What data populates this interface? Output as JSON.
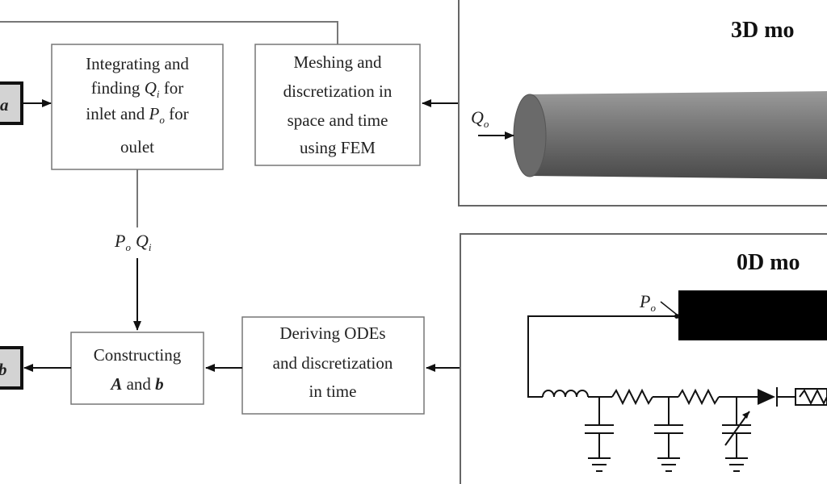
{
  "left_boxes": {
    "integrating": {
      "lines": [
        "Integrating and",
        "finding ",
        " for",
        "inlet and ",
        " for",
        "oulet"
      ],
      "q_main": "Q",
      "q_sub": "i",
      "p_main": "P",
      "p_sub": "o"
    },
    "meshing": {
      "lines": [
        "Meshing and",
        "discretization in",
        "space and time",
        "using FEM"
      ]
    },
    "deriving": {
      "lines": [
        "Deriving ODEs",
        "and discretization",
        "in time"
      ]
    },
    "constructing": {
      "line1": "Constructing",
      "a": "A",
      "and": " and ",
      "b": "b"
    },
    "partial_top": "a",
    "partial_bottom": "b"
  },
  "connector_label": {
    "p_main": "P",
    "p_sub": "o",
    "q_main": "Q",
    "q_sub": "i"
  },
  "panel_3d": {
    "title": "3D mo",
    "q_main": "Q",
    "q_sub": "o"
  },
  "panel_0d": {
    "title": "0D mo",
    "p_main": "P",
    "p_sub": "o"
  },
  "colors": {
    "box_fill_partial": "#d3d3d3",
    "cylinder_fill": "#777777",
    "block_fill": "#000000"
  }
}
